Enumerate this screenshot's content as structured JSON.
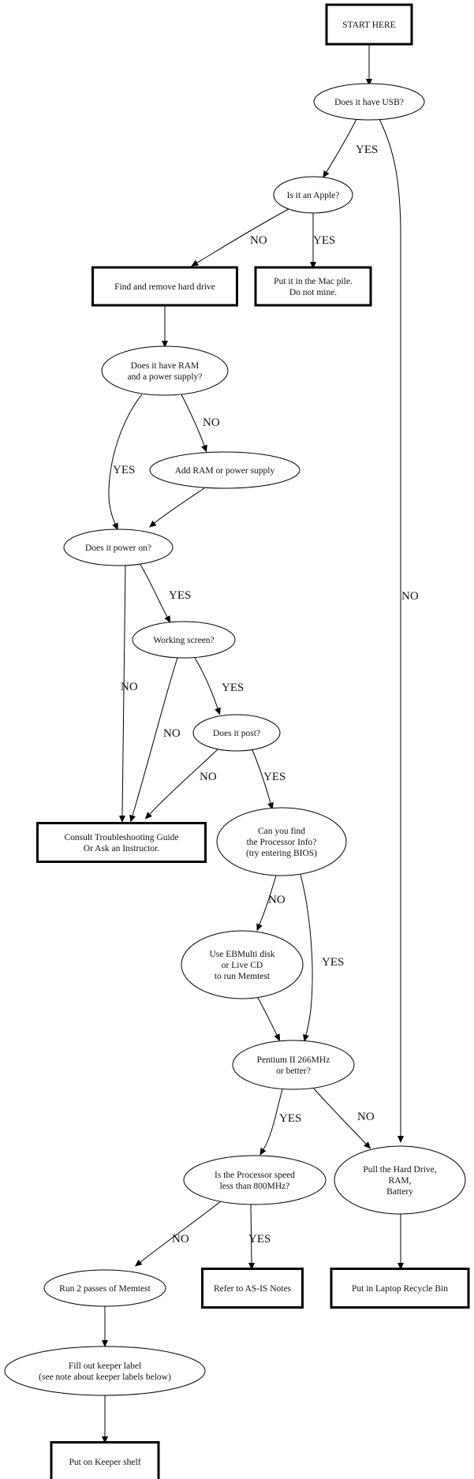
{
  "diagram": {
    "type": "flowchart",
    "nodes": {
      "start": {
        "shape": "box",
        "lines": [
          "START HERE"
        ]
      },
      "usb": {
        "shape": "ellipse",
        "lines": [
          "Does it have USB?"
        ]
      },
      "apple": {
        "shape": "ellipse",
        "lines": [
          "Is it an Apple?"
        ]
      },
      "remove_hd": {
        "shape": "box",
        "lines": [
          "Find and remove hard drive"
        ]
      },
      "mac_pile": {
        "shape": "box",
        "lines": [
          "Put it in the Mac pile.",
          "Do not mine."
        ]
      },
      "ram_ps": {
        "shape": "ellipse",
        "lines": [
          "Does it have RAM",
          "and a power supply?"
        ]
      },
      "add_ram": {
        "shape": "ellipse",
        "lines": [
          "Add RAM or power supply"
        ]
      },
      "power_on": {
        "shape": "ellipse",
        "lines": [
          "Does it power on?"
        ]
      },
      "screen": {
        "shape": "ellipse",
        "lines": [
          "Working screen?"
        ]
      },
      "post": {
        "shape": "ellipse",
        "lines": [
          "Does it post?"
        ]
      },
      "consult": {
        "shape": "box",
        "lines": [
          "Consult Troubleshooting Guide",
          "Or Ask an Instructor."
        ]
      },
      "proc_info": {
        "shape": "ellipse",
        "lines": [
          "Can you find",
          "the Processor Info?",
          "(try entering BIOS)"
        ]
      },
      "ebmulti": {
        "shape": "ellipse",
        "lines": [
          "Use EBMulti disk",
          "or Live CD",
          "to run Memtest"
        ]
      },
      "pentium": {
        "shape": "ellipse",
        "lines": [
          "Pentium II 266MHz",
          "or better?"
        ]
      },
      "speed800": {
        "shape": "ellipse",
        "lines": [
          "Is the Processor speed",
          "less than 800MHz?"
        ]
      },
      "pull_hd": {
        "shape": "ellipse",
        "lines": [
          "Pull the Hard Drive,",
          "RAM,",
          "Battery"
        ]
      },
      "memtest": {
        "shape": "ellipse",
        "lines": [
          "Run 2 passes of Memtest"
        ]
      },
      "as_is": {
        "shape": "box",
        "lines": [
          "Refer to AS-IS Notes"
        ]
      },
      "recycle": {
        "shape": "box",
        "lines": [
          "Put in Laptop Recycle Bin"
        ]
      },
      "keeper_label": {
        "shape": "ellipse",
        "lines": [
          "Fill out keeper label",
          "(see note about keeper labels below)"
        ]
      },
      "keeper_shelf": {
        "shape": "box",
        "lines": [
          "Put on Keeper shelf"
        ]
      }
    },
    "edges": [
      {
        "from": "start",
        "to": "usb",
        "label": ""
      },
      {
        "from": "usb",
        "to": "apple",
        "label": "YES"
      },
      {
        "from": "usb",
        "to": "pull_hd",
        "label": "NO"
      },
      {
        "from": "apple",
        "to": "remove_hd",
        "label": "NO"
      },
      {
        "from": "apple",
        "to": "mac_pile",
        "label": "YES"
      },
      {
        "from": "remove_hd",
        "to": "ram_ps",
        "label": ""
      },
      {
        "from": "ram_ps",
        "to": "power_on",
        "label": "YES"
      },
      {
        "from": "ram_ps",
        "to": "add_ram",
        "label": "NO"
      },
      {
        "from": "add_ram",
        "to": "power_on",
        "label": ""
      },
      {
        "from": "power_on",
        "to": "screen",
        "label": "YES"
      },
      {
        "from": "power_on",
        "to": "consult",
        "label": "NO"
      },
      {
        "from": "screen",
        "to": "post",
        "label": "YES"
      },
      {
        "from": "screen",
        "to": "consult",
        "label": "NO"
      },
      {
        "from": "post",
        "to": "consult",
        "label": "NO"
      },
      {
        "from": "post",
        "to": "proc_info",
        "label": "YES"
      },
      {
        "from": "proc_info",
        "to": "ebmulti",
        "label": "NO"
      },
      {
        "from": "proc_info",
        "to": "pentium",
        "label": "YES"
      },
      {
        "from": "ebmulti",
        "to": "pentium",
        "label": ""
      },
      {
        "from": "pentium",
        "to": "speed800",
        "label": "YES"
      },
      {
        "from": "pentium",
        "to": "pull_hd",
        "label": "NO"
      },
      {
        "from": "speed800",
        "to": "memtest",
        "label": "NO"
      },
      {
        "from": "speed800",
        "to": "as_is",
        "label": "YES"
      },
      {
        "from": "pull_hd",
        "to": "recycle",
        "label": ""
      },
      {
        "from": "memtest",
        "to": "keeper_label",
        "label": ""
      },
      {
        "from": "keeper_label",
        "to": "keeper_shelf",
        "label": ""
      }
    ]
  }
}
